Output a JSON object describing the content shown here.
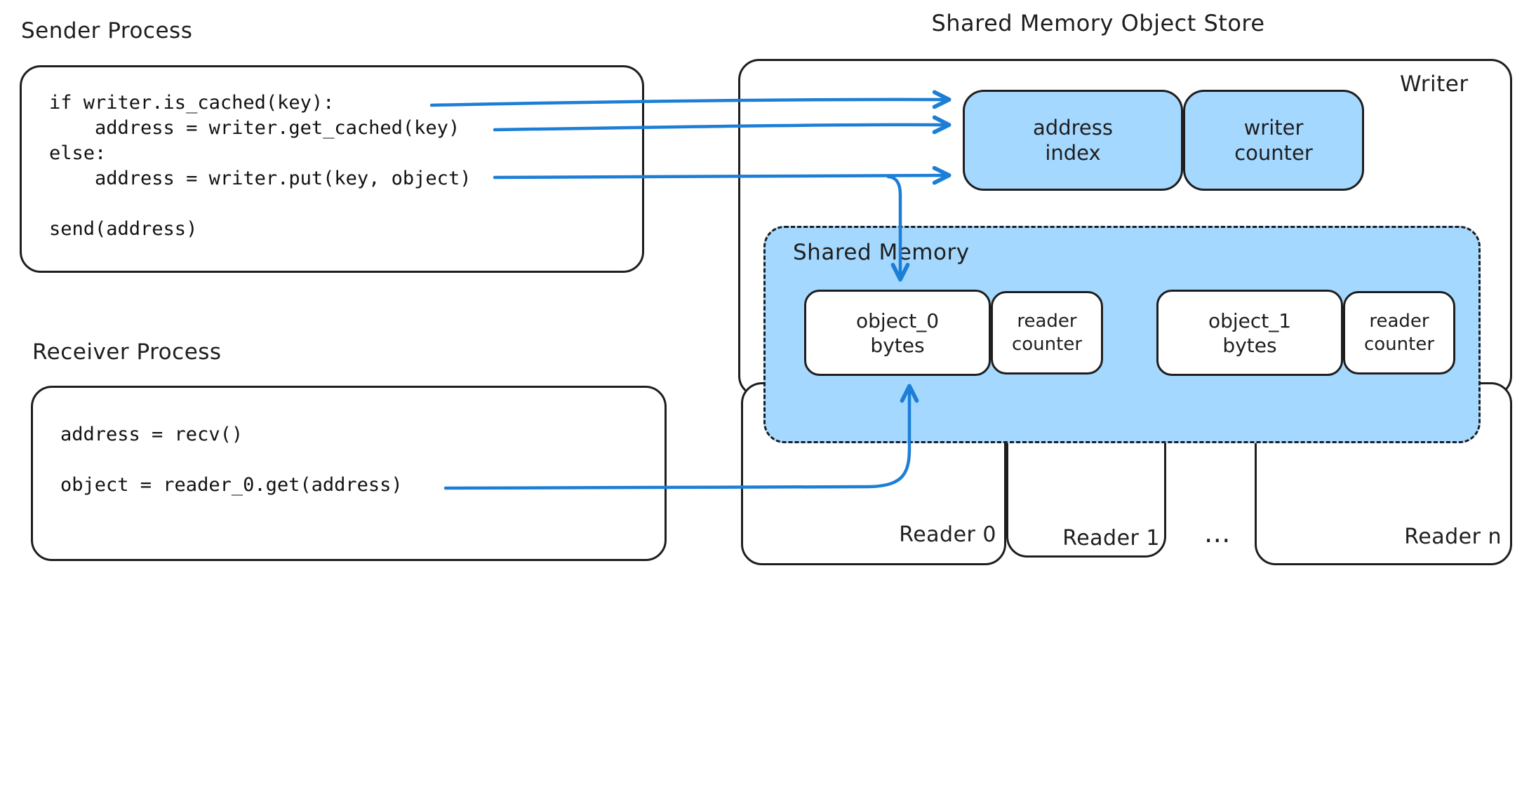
{
  "title": "Shared Memory Object Store",
  "sender": {
    "label": "Sender Process",
    "code": [
      "if writer.is_cached(key):",
      "    address = writer.get_cached(key)",
      "else:",
      "    address = writer.put(key, object)",
      "",
      "send(address)"
    ]
  },
  "receiver": {
    "label": "Receiver Process",
    "code": [
      "address = recv()",
      "",
      "object = reader_0.get(address)"
    ]
  },
  "writer": {
    "label": "Writer",
    "address_index": "address\nindex",
    "writer_counter": "writer\ncounter"
  },
  "shared_memory": {
    "label": "Shared Memory",
    "object0_bytes": "object_0\nbytes",
    "object0_counter": "reader\ncounter",
    "object1_bytes": "object_1\nbytes",
    "object1_counter": "reader\ncounter"
  },
  "readers": {
    "reader0": "Reader 0",
    "reader1": "Reader 1",
    "ellipsis": "...",
    "reader_n": "Reader n"
  },
  "colors": {
    "fill_blue": "#a5d8ff",
    "arrow_blue": "#1c7ed6",
    "stroke": "#1e1e1e"
  }
}
